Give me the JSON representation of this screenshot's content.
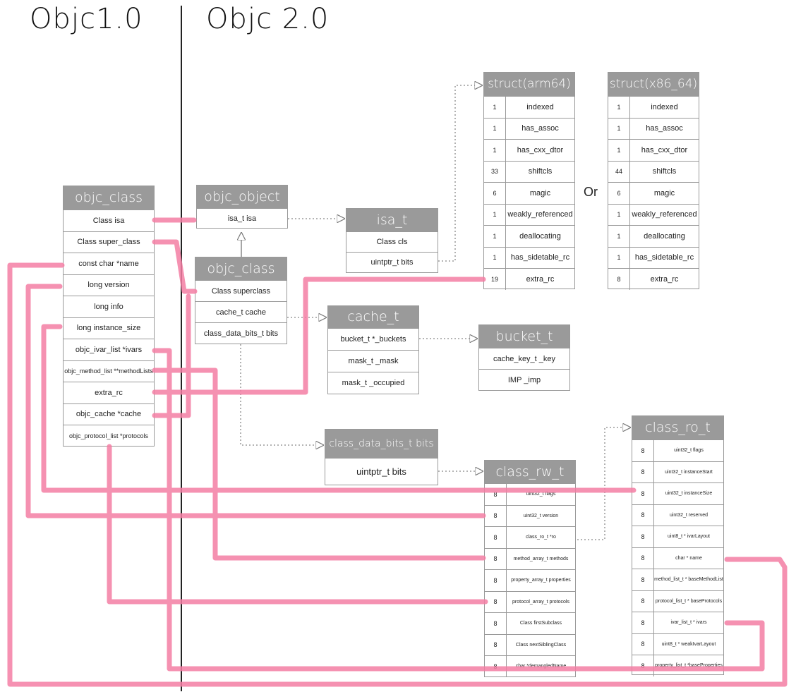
{
  "titles": {
    "left": "Objc1.0",
    "right": "Objc 2.0"
  },
  "or_label": "Or",
  "objc_class_v1": {
    "title": "objc_class",
    "fields": [
      "Class isa",
      "Class super_class",
      "const char *name",
      "long version",
      "long info",
      "long instance_size",
      "objc_ivar_list *ivars",
      "objc_method_list **methodLists",
      "extra_rc",
      "objc_cache *cache",
      "objc_protocol_list *protocols"
    ]
  },
  "objc_object": {
    "title": "objc_object",
    "fields": [
      "isa_t isa"
    ]
  },
  "objc_class_v2": {
    "title": "objc_class",
    "fields": [
      "Class superclass",
      "cache_t cache",
      "class_data_bits_t bits"
    ]
  },
  "isa_t": {
    "title": "isa_t",
    "fields": [
      "Class cls",
      "uintptr_t bits"
    ]
  },
  "cache_t": {
    "title": "cache_t",
    "fields": [
      "bucket_t *_buckets",
      "mask_t _mask",
      "mask_t _occupied"
    ]
  },
  "bucket_t": {
    "title": "bucket_t",
    "fields": [
      "cache_key_t _key",
      "IMP _imp"
    ]
  },
  "class_data_bits_t": {
    "title": "class_data_bits_t bits",
    "fields": [
      "uintptr_t bits"
    ]
  },
  "struct_arm64": {
    "title": "struct(arm64)",
    "rows": [
      {
        "n": "1",
        "f": "indexed"
      },
      {
        "n": "1",
        "f": "has_assoc"
      },
      {
        "n": "1",
        "f": "has_cxx_dtor"
      },
      {
        "n": "33",
        "f": "shiftcls"
      },
      {
        "n": "6",
        "f": "magic"
      },
      {
        "n": "1",
        "f": "weakly_referenced"
      },
      {
        "n": "1",
        "f": "deallocating"
      },
      {
        "n": "1",
        "f": "has_sidetable_rc"
      },
      {
        "n": "19",
        "f": "extra_rc"
      }
    ]
  },
  "struct_x86_64": {
    "title": "struct(x86_64)",
    "rows": [
      {
        "n": "1",
        "f": "indexed"
      },
      {
        "n": "1",
        "f": "has_assoc"
      },
      {
        "n": "1",
        "f": "has_cxx_dtor"
      },
      {
        "n": "44",
        "f": "shiftcls"
      },
      {
        "n": "6",
        "f": "magic"
      },
      {
        "n": "1",
        "f": "weakly_referenced"
      },
      {
        "n": "1",
        "f": "deallocating"
      },
      {
        "n": "1",
        "f": "has_sidetable_rc"
      },
      {
        "n": "8",
        "f": "extra_rc"
      }
    ]
  },
  "class_rw_t": {
    "title": "class_rw_t",
    "rows": [
      {
        "n": "8",
        "f": "uint32_t flags"
      },
      {
        "n": "8",
        "f": "uint32_t version"
      },
      {
        "n": "8",
        "f": "class_ro_t *ro"
      },
      {
        "n": "8",
        "f": "method_array_t methods"
      },
      {
        "n": "8",
        "f": "property_array_t properties"
      },
      {
        "n": "8",
        "f": "protocol_array_t protocols"
      },
      {
        "n": "8",
        "f": "Class firstSubclass"
      },
      {
        "n": "8",
        "f": "Class nextSiblingClass"
      },
      {
        "n": "8",
        "f": "char *demangledName"
      }
    ]
  },
  "class_ro_t": {
    "title": "class_ro_t",
    "rows": [
      {
        "n": "8",
        "f": "uint32_t flags"
      },
      {
        "n": "8",
        "f": "uint32_t instanceStart"
      },
      {
        "n": "8",
        "f": "uint32_t instanceSize"
      },
      {
        "n": "8",
        "f": "uint32_t reserved"
      },
      {
        "n": "8",
        "f": "uint8_t * ivarLayout"
      },
      {
        "n": "8",
        "f": "char * name"
      },
      {
        "n": "8",
        "f": "method_list_t * baseMethodList"
      },
      {
        "n": "8",
        "f": "protocol_list_t * baseProtocols"
      },
      {
        "n": "8",
        "f": "ivar_list_t * ivars"
      },
      {
        "n": "8",
        "f": "uint8_t * weakIvarLayout"
      },
      {
        "n": "8",
        "f": "property_list_t *baseProperties"
      }
    ]
  },
  "colors": {
    "wire": "#f47ea4",
    "header": "#9a9a9a",
    "arrow": "#888888"
  }
}
